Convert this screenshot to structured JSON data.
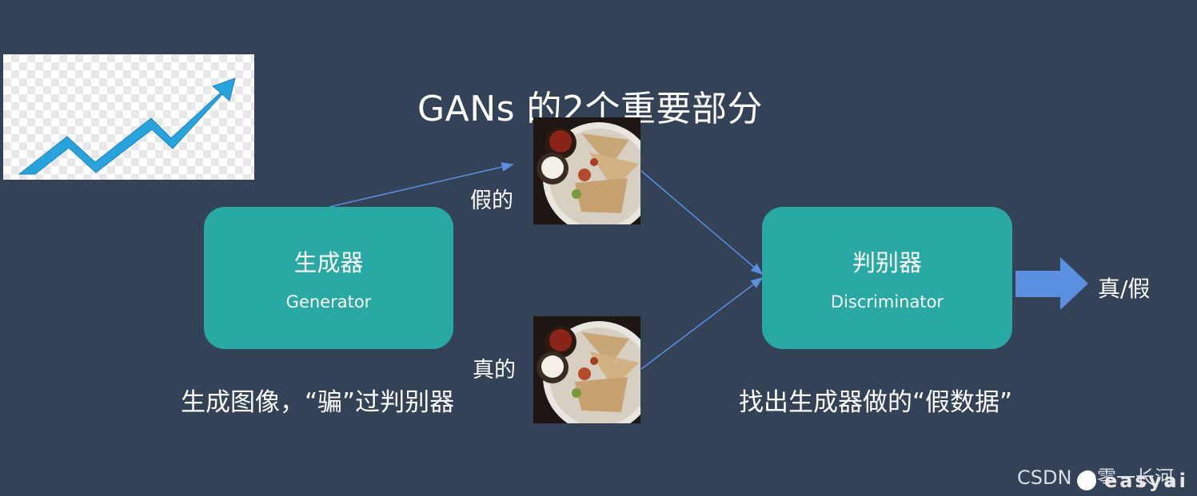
{
  "title": "GANs 的2个重要部分",
  "generator": {
    "name_zh": "生成器",
    "name_en": "Generator",
    "description": "生成图像，“骗”过判别器"
  },
  "discriminator": {
    "name_zh": "判别器",
    "name_en": "Discriminator",
    "description": "找出生成器做的“假数据”"
  },
  "fake_label": "假的",
  "real_label": "真的",
  "result_label": "真/假",
  "watermark": "CSDN @零一长河",
  "watermark_logo": "easyai",
  "colors": {
    "background": "#344258",
    "node_fill": "#28a9a3",
    "arrow": "#5b8fe0"
  },
  "icons": [
    "growth-chart-icon",
    "food-photo-icon"
  ]
}
